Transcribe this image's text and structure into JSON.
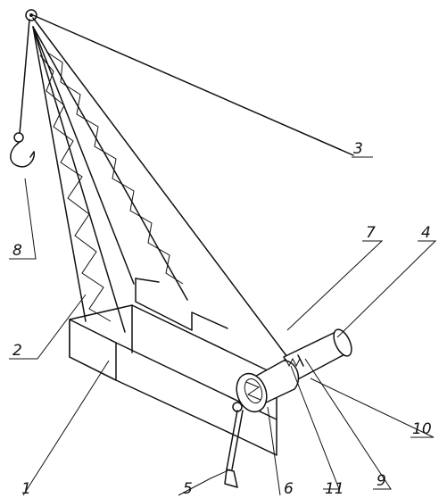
{
  "figure": {
    "labels": [
      {
        "id": "1",
        "text": "1"
      },
      {
        "id": "2",
        "text": "2"
      },
      {
        "id": "3",
        "text": "3"
      },
      {
        "id": "4",
        "text": "4"
      },
      {
        "id": "5",
        "text": "5"
      },
      {
        "id": "6",
        "text": "6"
      },
      {
        "id": "7",
        "text": "7"
      },
      {
        "id": "8",
        "text": "8"
      },
      {
        "id": "9",
        "text": "9"
      },
      {
        "id": "10",
        "text": "10"
      },
      {
        "id": "11",
        "text": "11"
      }
    ]
  },
  "colors": {
    "ink": "#111111",
    "paper": "#ffffff"
  }
}
